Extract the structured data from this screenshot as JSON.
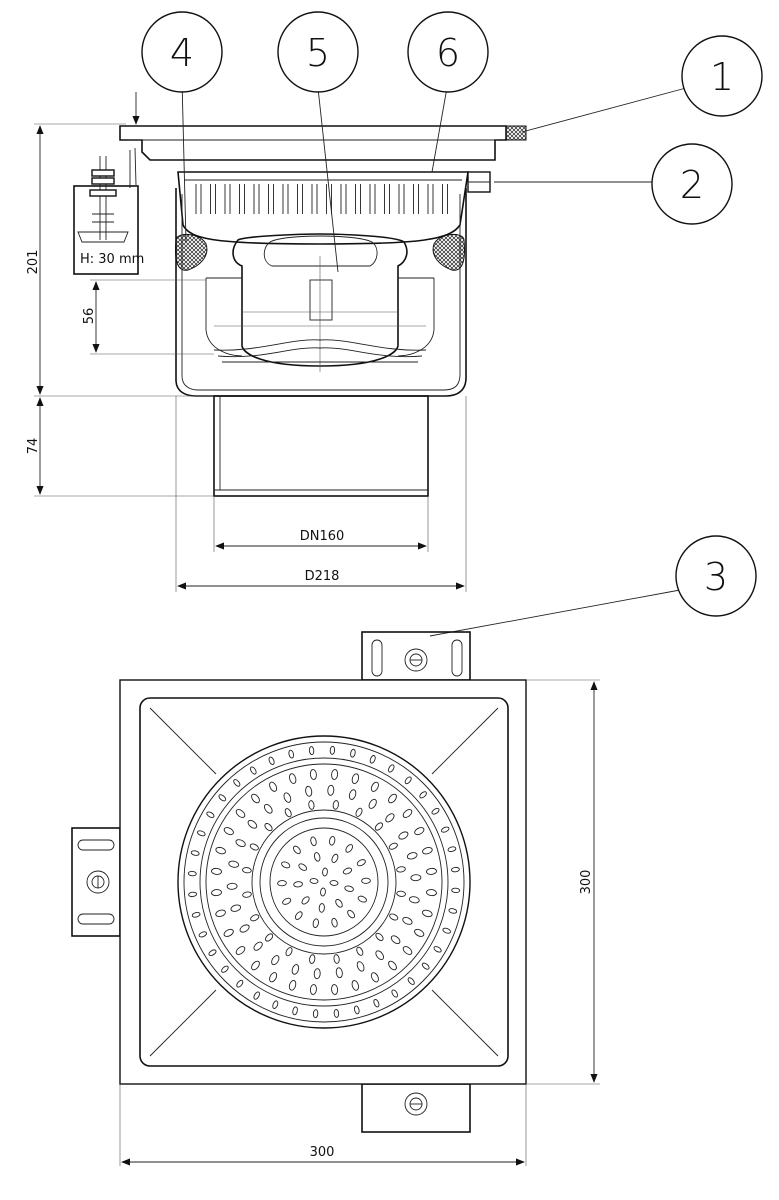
{
  "callouts": {
    "c1": "1",
    "c2": "2",
    "c3": "3",
    "c4": "4",
    "c5": "5",
    "c6": "6"
  },
  "dimensions": {
    "total_height": "201",
    "inner_depth": "56",
    "outlet_length": "74",
    "outlet_dn": "DN160",
    "body_diameter": "D218",
    "plan_width": "300",
    "plan_height": "300"
  },
  "detail": {
    "anchor_height": "H: 30 mm"
  }
}
